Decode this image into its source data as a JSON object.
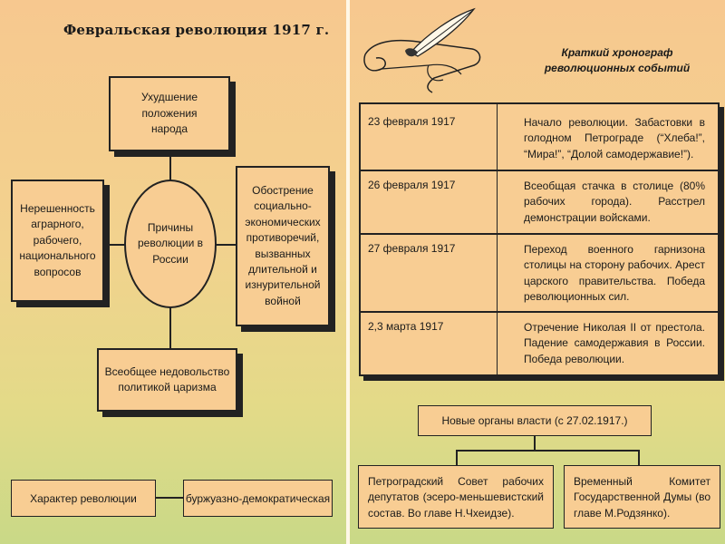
{
  "left": {
    "title": "Февральская революция 1917 г.",
    "center": [
      "Причины",
      "революции в",
      "России"
    ],
    "top_cause": [
      "Ухудшение положения",
      "народа"
    ],
    "left_cause": [
      "Нерешенность",
      "аграрного,",
      "рабочего,",
      "национального",
      "вопросов"
    ],
    "right_cause": [
      "Обострение",
      "социально-",
      "экономических",
      "противоречий,",
      "вызванных",
      "длительной и",
      "изнурительной",
      "войной"
    ],
    "bottom_cause": [
      "Всеобщее недовольство",
      "политикой царизма"
    ],
    "character_label": "Характер революции",
    "character_value": "буржуазно-демократическая"
  },
  "right": {
    "chrono_title": [
      "Краткий хронограф",
      "революционных событий"
    ],
    "chronology": [
      {
        "date": "23 февраля 1917",
        "event": "Начало революции. Забастовки в голодном Петрограде (“Хлеба!”, “Мира!”, “Долой самодержавие!”)."
      },
      {
        "date": "26 февраля 1917",
        "event": "Всеобщая стачка в столице (80% рабочих города). Расстрел демонстрации войсками."
      },
      {
        "date": "27 февраля 1917",
        "event": "Переход военного гарнизона столицы на сторону рабочих. Арест царского правительства. Победа революционных сил."
      },
      {
        "date": "2,3 марта 1917",
        "event": "Отречение Николая II от престола. Падение самодержавия в России. Победа революции."
      }
    ],
    "organs_header": "Новые органы власти (с 27.02.1917.)",
    "soviet": "Петроградский Совет рабочих депутатов (эсеро-меньшевистский состав. Во главе Н.Чхеидзе).",
    "committee": "Временный Комитет Государственной Думы (во главе М.Родзянко)."
  },
  "colors": {
    "box_fill": "#f8cd93",
    "border": "#222222",
    "bg_top": "#f7c88f",
    "bg_bottom": "#c9d987"
  }
}
